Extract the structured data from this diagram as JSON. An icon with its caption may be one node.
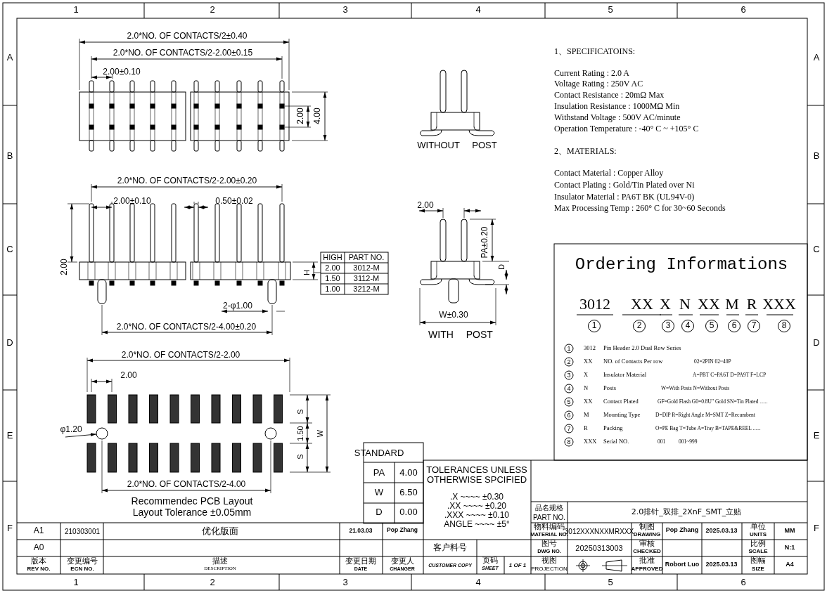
{
  "diagram": {
    "nodes": [
      {
        "text": [
          "φ1.20"
        ]
      },
      {
        "text": [],
        "shape": "circle"
      }
    ],
    "edges": [
      {
        "from": 0,
        "to": 1,
        "arrow": "to"
      }
    ],
    "labels": [
      "1",
      "2",
      "3",
      "4",
      "5",
      "6",
      "A",
      "B",
      "C",
      "D",
      "E",
      "F",
      "A",
      "B",
      "C",
      "D",
      "E",
      "F",
      "1",
      "2",
      "3",
      "4",
      "5",
      "6",
      "2.0*NO. OF CONTACTS/2±0.40",
      "2.0*NO. OF CONTACTS/2-2.00±0.15",
      "2.00±0.10",
      "2.00",
      "4.00",
      "WITHOUT POST",
      "2.0*NO. OF CONTACTS/2-2.00±0.20",
      "2.00±0.10",
      "0.50±0.02",
      "2.00",
      "H",
      "HIGH",
      "PART NO.",
      "2.00",
      "3012-M",
      "1.50",
      "3112-M",
      "1.00",
      "3212-M",
      "2-φ1.00",
      "2.0*NO. OF CONTACTS/2-4.00±0.20",
      "2.00",
      "PA±0.20",
      "D",
      "W±0.30",
      "WITH POST",
      "2.0*NO. OF CONTACTS/2-2.00",
      "2.00",
      "S",
      "1.50",
      "S",
      "W",
      "2.0*NO. OF CONTACTS/2-4.00",
      "Recommendec PCB Layout",
      "Layout Tolerance ±0.05mm",
      "1、SPECIFICATOINS:",
      "Current Rating : 2.0 A",
      "Voltage Rating : 250V AC",
      "Contact Resistance : 20mΩ Max",
      "Insulation Resistance : 1000MΩ Min",
      "Withstand Voltage : 500V AC/minute",
      "Operation Temperature : -40° C ~ +105° C",
      "2、MATERIALS:",
      "Contact Material : Copper Alloy",
      "Contact Plating : Gold/Tin Plated over Ni",
      "Insulator Material : PA6T BK (UL94V-0)",
      "Max Processing Temp : 260° C for 30~60 Seconds",
      "Ordering Informations",
      "3012",
      "XX",
      "X",
      "N",
      "XX",
      "M",
      "R",
      "XXX",
      "1",
      "2",
      "3",
      "4",
      "5",
      "6",
      "7",
      "8",
      "1",
      "3012",
      "Pin Header 2.0 Dual Row Series",
      "2",
      "XX",
      "NO. of Contacts Per row",
      "02=2PIN 02~40P",
      "3",
      "X",
      "Insulator Material",
      "A=PBT C=PA6T D=PA9T F=LCP",
      "4",
      "N",
      "Posts",
      "W=With Posts N=Without Posts",
      "5",
      "XX",
      "Contact Plated",
      "GF=Gold Flash G0=0.8U\" Gold SN=Tin Plated ......",
      "6",
      "M",
      "Mounting Type",
      "D=DIP R=Right Angle M=SMT Z=Recumbent",
      "7",
      "R",
      "Packing",
      "O=PE Bag T=Tube A=Tray B=TAPE&REEL ......",
      "8",
      "XXX",
      "Serial NO.",
      "001",
      "001~999",
      "STANDARD",
      "PA",
      "4.00",
      "W",
      "6.50",
      "D",
      "0.00",
      "TOLERANCES UNLESS OTHERWISE SPCIFIED",
      ".X ~~~~ ±0.30",
      ".XX ~~~~ ±0.20",
      ".XXX ~~~~ ±0.10",
      "ANGLE ~~~~ ±5°",
      "品名规格",
      "PART NO.",
      "2.0排针_双排_2XnF_SMT_立贴",
      "物料编码",
      "MATERIAL NO.",
      "3012XXXNXXMRXXX",
      "制图",
      "DRAWING",
      "Pop Zhang",
      "2025.03.13",
      "单位",
      "UNITS",
      "MM",
      "客户料号",
      "图号",
      "DWG NO.",
      "20250313003",
      "审核",
      "CHECKED",
      "比例",
      "SCALE",
      "N:1",
      "CUSTOMER COPY",
      "页码",
      "SHEET",
      "1 OF 1",
      "视图",
      "PROJECTION",
      "批准",
      "APPROVED",
      "Robort Luo",
      "2025.03.13",
      "图幅",
      "SIZE",
      "A4",
      "A1",
      "210303001",
      "优化版面",
      "21.03.03",
      "Pop Zhang",
      "A0",
      "版本",
      "REV NO.",
      "变更编号",
      "ECN NO.",
      "描述",
      "DESCRIPTION",
      "变更日期",
      "DATE",
      "变更人",
      "CHANGER"
    ]
  }
}
